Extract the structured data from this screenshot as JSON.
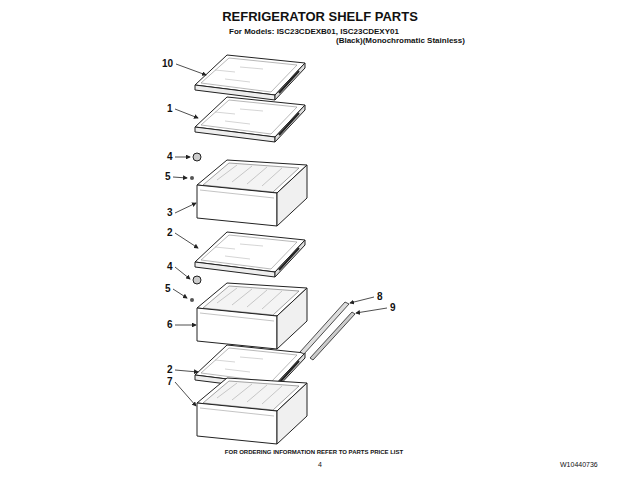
{
  "diagram": {
    "title": "REFRIGERATOR SHELF PARTS",
    "labels": [
      "For Models: ISC23CDEXB01, ISC23CDEXY01",
      "(Black)(Monochromatic Stainless)",
      "10",
      "1",
      "4",
      "5",
      "3",
      "2",
      "4",
      "5",
      "6",
      "2",
      "7",
      "8",
      "9",
      "FOR ORDERING INFORMATION REFER TO PARTS PRICE LIST",
      "4",
      "W10440736"
    ]
  }
}
